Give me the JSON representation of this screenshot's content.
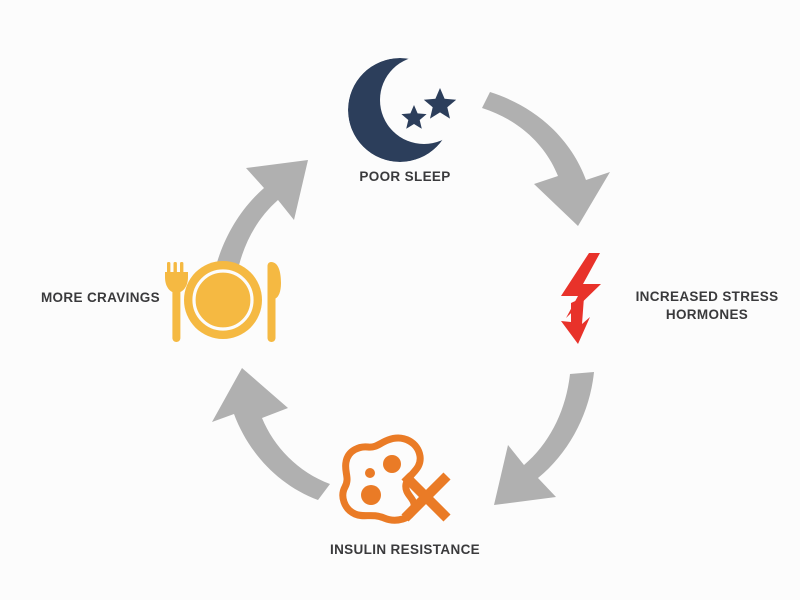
{
  "diagram": {
    "type": "cycle",
    "direction": "clockwise",
    "background_color": "#fcfcfc",
    "arrow_color": "#b0b0b0",
    "label_color": "#3a3a3c",
    "nodes": [
      {
        "id": "poor-sleep",
        "label": "POOR SLEEP",
        "icon": "crescent-moon-stars-icon",
        "icon_color": "#2c3e5b",
        "position": "top"
      },
      {
        "id": "increased-stress-hormones",
        "label": "INCREASED STRESS\nHORMONES",
        "icon": "lightning-bolt-arrow-icon",
        "icon_color": "#e8322a",
        "position": "right"
      },
      {
        "id": "insulin-resistance",
        "label": "INSULIN RESISTANCE",
        "icon": "cell-blocked-icon",
        "icon_color": "#ea7b26",
        "position": "bottom"
      },
      {
        "id": "more-cravings",
        "label": "MORE CRAVINGS",
        "icon": "plate-fork-knife-icon",
        "icon_color": "#f5b942",
        "position": "left"
      }
    ],
    "arrows": [
      {
        "id": "arrow-sleep-to-stress",
        "from": "poor-sleep",
        "to": "increased-stress-hormones"
      },
      {
        "id": "arrow-stress-to-insulin",
        "from": "increased-stress-hormones",
        "to": "insulin-resistance"
      },
      {
        "id": "arrow-insulin-to-cravings",
        "from": "insulin-resistance",
        "to": "more-cravings"
      },
      {
        "id": "arrow-cravings-to-sleep",
        "from": "more-cravings",
        "to": "poor-sleep"
      }
    ]
  }
}
